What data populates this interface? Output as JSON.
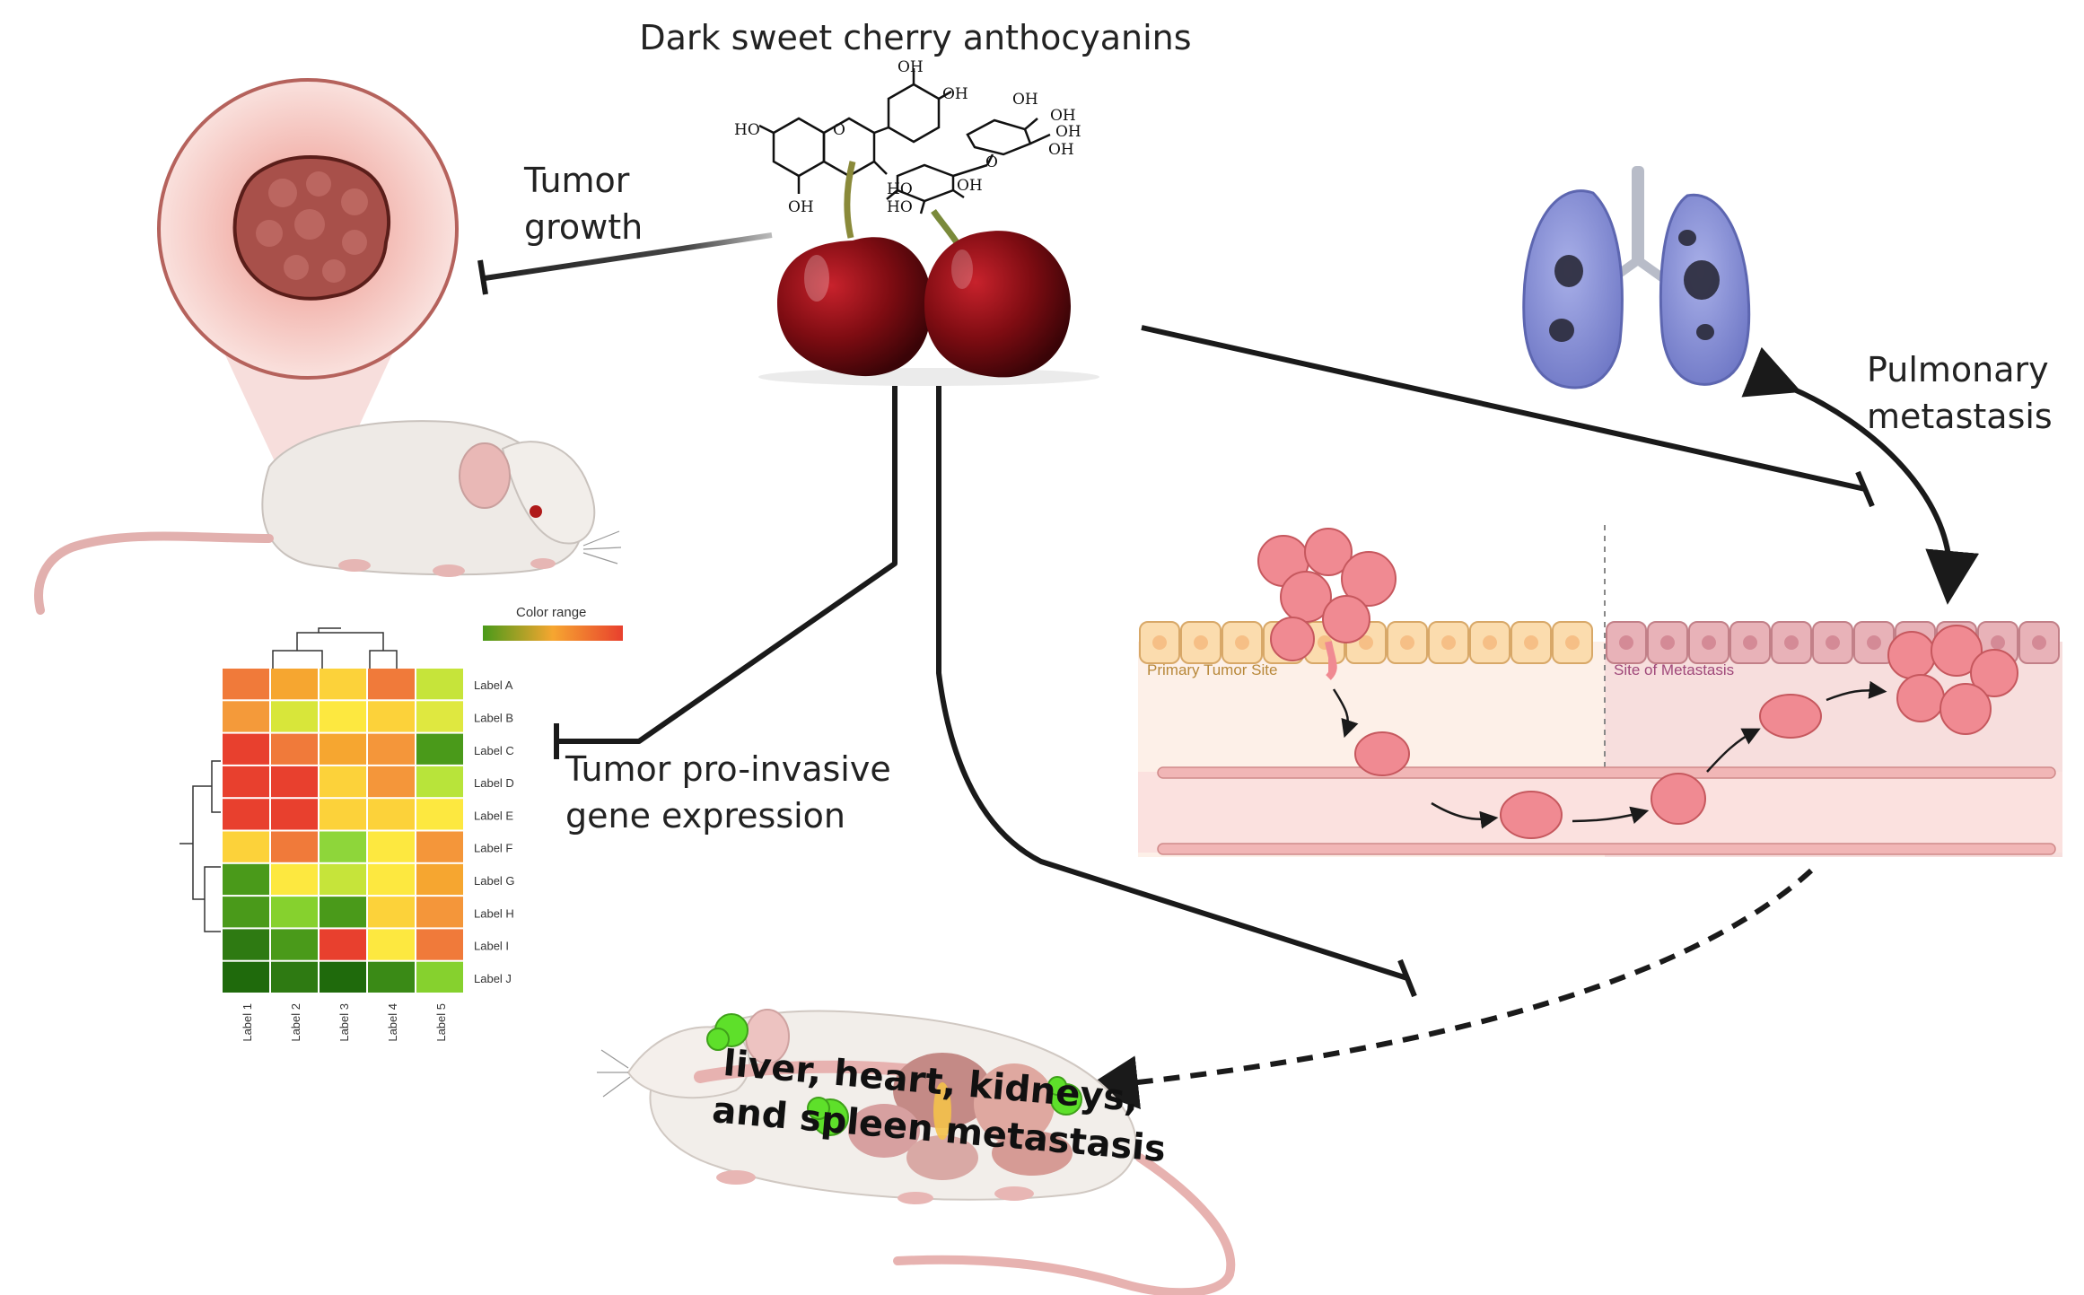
{
  "title": "Dark sweet cherry anthocyanins",
  "molecule": {
    "groups": [
      "OH",
      "OH",
      "HO",
      "O",
      "OH",
      "OH",
      "HO",
      "HO",
      "OH",
      "OH",
      "O",
      "OH",
      "OH"
    ]
  },
  "labels": {
    "tumor_growth": "Tumor\ngrowth",
    "pro_invasive": "Tumor pro-invasive\ngene expression",
    "pulmonary": "Pulmonary\nmetastasis",
    "organs_line1": "liver,   heart,   kidneys,",
    "organs_line2": "and spleen metastasis"
  },
  "tissue": {
    "primary_site": "Primary Tumor Site",
    "metastasis_site": "Site of Metastasis"
  },
  "heatmap": {
    "legend_title": "Color range",
    "row_labels": [
      "Label A",
      "Label B",
      "Label C",
      "Label D",
      "Label E",
      "Label F",
      "Label G",
      "Label H",
      "Label I",
      "Label J"
    ],
    "col_labels": [
      "Label 1",
      "Label 2",
      "Label 3",
      "Label 4",
      "Label 5"
    ],
    "cells": [
      [
        "#f07a3a",
        "#f6a630",
        "#fcd23a",
        "#f07a3a",
        "#c6e43a"
      ],
      [
        "#f49a3a",
        "#d8e63a",
        "#fde840",
        "#fcd23a",
        "#dfe840"
      ],
      [
        "#e8402e",
        "#f07a3a",
        "#f6a630",
        "#f4963a",
        "#4a9a1a"
      ],
      [
        "#e8402e",
        "#e8402e",
        "#fcd23a",
        "#f4963a",
        "#b8e43a"
      ],
      [
        "#e8402e",
        "#e8402e",
        "#fcd23a",
        "#fcd23a",
        "#fde840"
      ],
      [
        "#fcd23a",
        "#f07a3a",
        "#8ed63a",
        "#fde840",
        "#f4963a"
      ],
      [
        "#4a9a1a",
        "#fde840",
        "#c6e43a",
        "#fde840",
        "#f6a630"
      ],
      [
        "#4a9a1a",
        "#86d12e",
        "#4a9a1a",
        "#fcd23a",
        "#f4963a"
      ],
      [
        "#2e7a12",
        "#4a9a1a",
        "#e8402e",
        "#fde840",
        "#f07a3a"
      ],
      [
        "#1f6a0c",
        "#2e7a12",
        "#1f6a0c",
        "#3a8a16",
        "#86d12e"
      ]
    ],
    "gradient": [
      "#4a9a1a",
      "#f6a630",
      "#e8402e"
    ]
  },
  "colors": {
    "cherry": "#8a0f16",
    "lung": "#8a93d8",
    "arrow": "#1a1a1a",
    "tumor": "#a8504a",
    "cell_pink": "#f2a0a8",
    "organ_green": "#5ee02a"
  }
}
